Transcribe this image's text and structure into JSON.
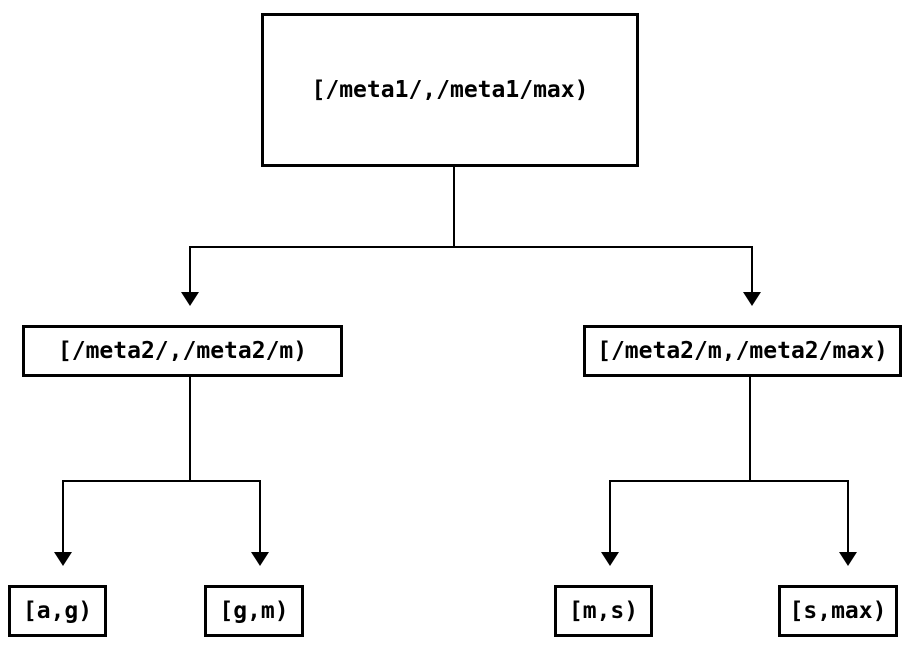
{
  "diagram": {
    "type": "tree",
    "nodes": {
      "root": "[/meta1/,/meta1/max)",
      "meta2_left": "[/meta2/,/meta2/m)",
      "meta2_right": "[/meta2/m,/meta2/max)",
      "leaf_ag": "[a,g)",
      "leaf_gm": "[g,m)",
      "leaf_ms": "[m,s)",
      "leaf_smax": "[s,max)"
    },
    "edges": [
      {
        "from": "root",
        "to": "meta2_left"
      },
      {
        "from": "root",
        "to": "meta2_right"
      },
      {
        "from": "meta2_left",
        "to": "leaf_ag"
      },
      {
        "from": "meta2_left",
        "to": "leaf_gm"
      },
      {
        "from": "meta2_right",
        "to": "leaf_ms"
      },
      {
        "from": "meta2_right",
        "to": "leaf_smax"
      }
    ],
    "colors": {
      "line": "#000000",
      "text": "#000000",
      "background": "#ffffff",
      "node_fill": "#ffffff"
    }
  }
}
